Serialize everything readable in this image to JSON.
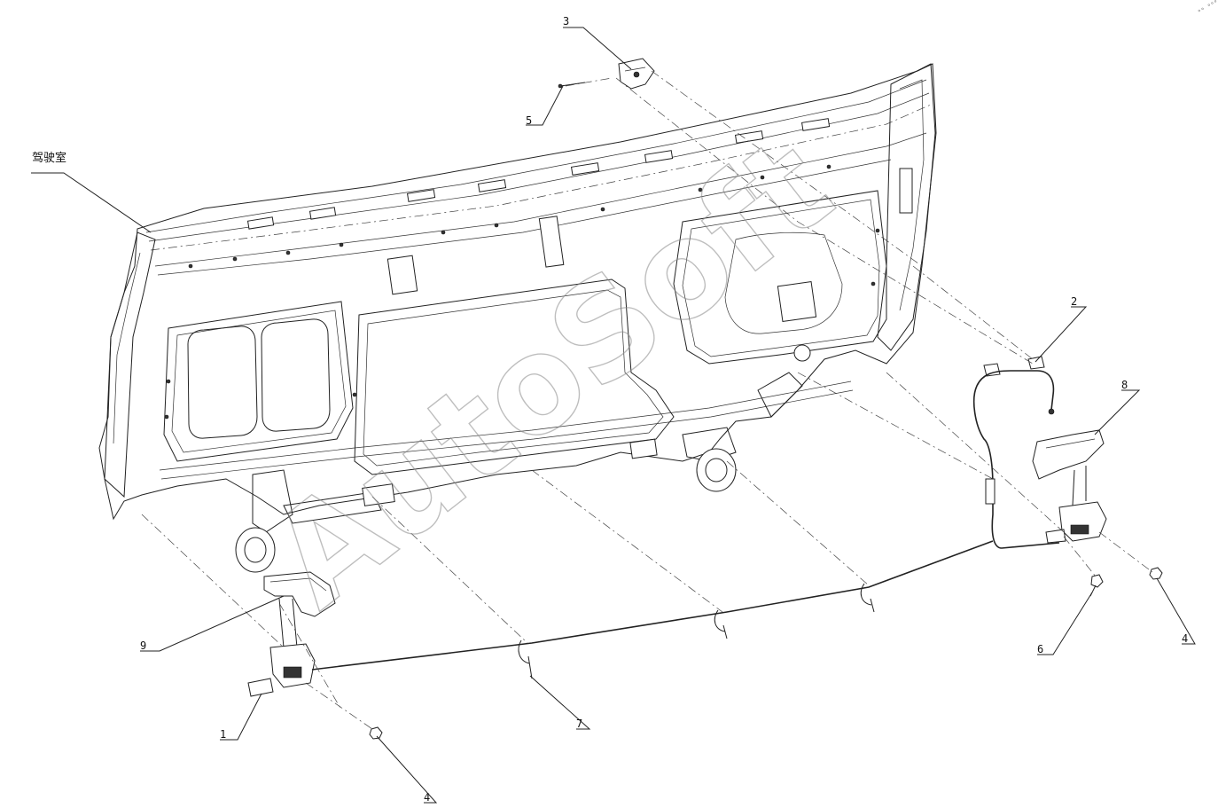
{
  "diagram": {
    "cab_label": "驾驶室",
    "callouts": [
      {
        "id": "c1",
        "label": "1"
      },
      {
        "id": "c2",
        "label": "2"
      },
      {
        "id": "c3",
        "label": "3"
      },
      {
        "id": "c4a",
        "label": "4"
      },
      {
        "id": "c4b",
        "label": "4"
      },
      {
        "id": "c5",
        "label": "5"
      },
      {
        "id": "c6",
        "label": "6"
      },
      {
        "id": "c7",
        "label": "7"
      },
      {
        "id": "c8",
        "label": "8"
      },
      {
        "id": "c9",
        "label": "9"
      }
    ],
    "watermark": "AutoSoft",
    "corner_mark": "ᵒᵒ ᵒᵒᵒ"
  }
}
